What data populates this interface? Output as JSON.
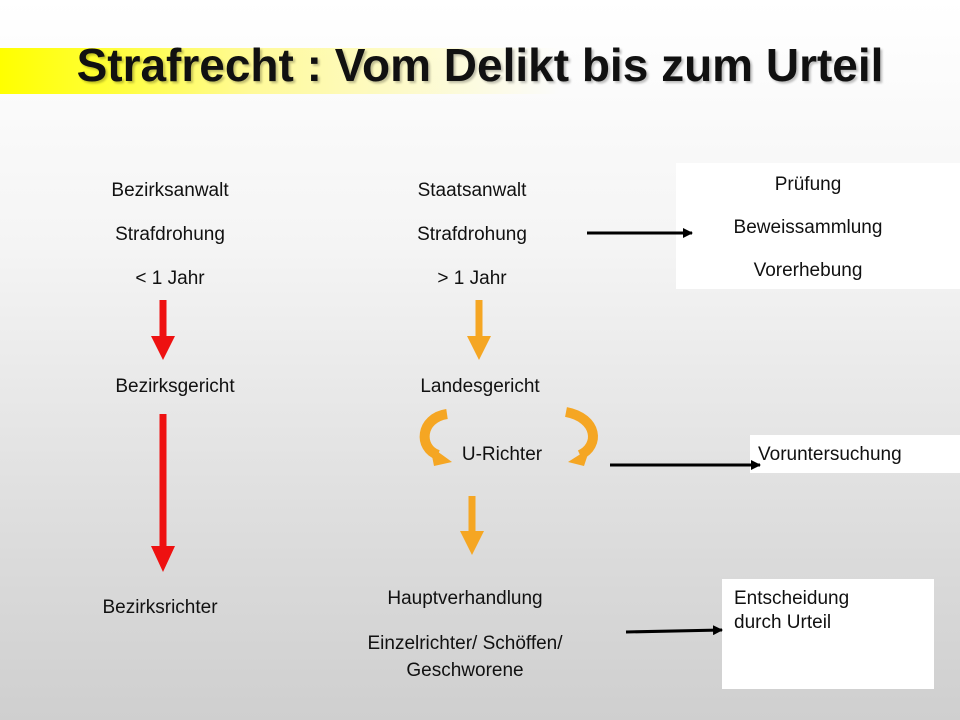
{
  "title": "Strafrecht : Vom Delikt bis zum Urteil",
  "left_column": {
    "bezirksanwalt": "Bezirksanwalt",
    "strafdrohung": "Strafdrohung",
    "threshold": "< 1 Jahr",
    "court": "Bezirksgericht",
    "judge": "Bezirksrichter"
  },
  "middle_column": {
    "staatsanwalt": "Staatsanwalt",
    "strafdrohung": "Strafdrohung",
    "threshold": "> 1 Jahr",
    "court": "Landesgericht",
    "u_richter": "U-Richter",
    "hauptverhandlung": "Hauptverhandlung",
    "judges_line1": "Einzelrichter/ Schöffen/",
    "judges_line2": "Geschworene"
  },
  "right_boxes": {
    "pruefung": "Prüfung",
    "beweissammlung": "Beweissammlung",
    "vorerhebung": "Vorerhebung",
    "voruntersuchung": "Voruntersuchung",
    "entscheidung_line1": "Entscheidung",
    "entscheidung_line2": "durch Urteil"
  },
  "colors": {
    "title_band": "#ffff00",
    "left_arrow": "#ee1111",
    "middle_arrow": "#f5a623",
    "connector": "#000000"
  }
}
